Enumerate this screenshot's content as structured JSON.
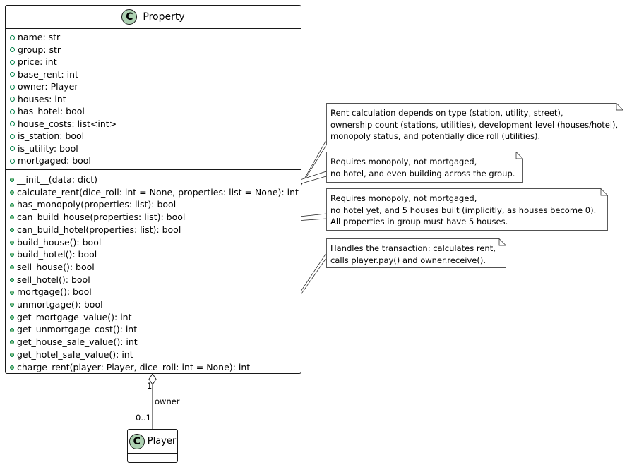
{
  "property": {
    "name": "Property",
    "badge": "C",
    "attributes": [
      "name: str",
      "group: str",
      "price: int",
      "base_rent: int",
      "owner: Player",
      "houses: int",
      "has_hotel: bool",
      "house_costs: list<int>",
      "is_station: bool",
      "is_utility: bool",
      "mortgaged: bool"
    ],
    "operations": [
      "__init__(data: dict)",
      "calculate_rent(dice_roll: int = None, properties: list = None): int",
      "has_monopoly(properties: list): bool",
      "can_build_house(properties: list): bool",
      "can_build_hotel(properties: list): bool",
      "build_house(): bool",
      "build_hotel(): bool",
      "sell_house(): bool",
      "sell_hotel(): bool",
      "mortgage(): bool",
      "unmortgage(): bool",
      "get_mortgage_value(): int",
      "get_unmortgage_cost(): int",
      "get_house_sale_value(): int",
      "get_hotel_sale_value(): int",
      "charge_rent(player: Player, dice_roll: int = None): int"
    ]
  },
  "player": {
    "name": "Player",
    "badge": "C"
  },
  "association": {
    "label": "owner",
    "source_multiplicity": "1",
    "target_multiplicity": "0..1"
  },
  "notes": [
    {
      "lines": [
        "Rent calculation depends on type (station, utility, street),",
        "ownership count (stations, utilities), development level (houses/hotel),",
        "monopoly status, and potentially dice roll (utilities)."
      ]
    },
    {
      "lines": [
        "Requires monopoly, not mortgaged,",
        "no hotel, and even building across the group."
      ]
    },
    {
      "lines": [
        "Requires monopoly, not mortgaged,",
        "no hotel yet, and 5 houses built (implicitly, as houses become 0).",
        "All properties in group must have 5 houses."
      ]
    },
    {
      "lines": [
        "Handles the transaction: calculates rent,",
        "calls player.pay() and owner.receive()."
      ]
    }
  ],
  "colors": {
    "badge": "#add1b2",
    "border": "#181818",
    "attr_dot": "#038048",
    "op_dot": "#84be84"
  }
}
